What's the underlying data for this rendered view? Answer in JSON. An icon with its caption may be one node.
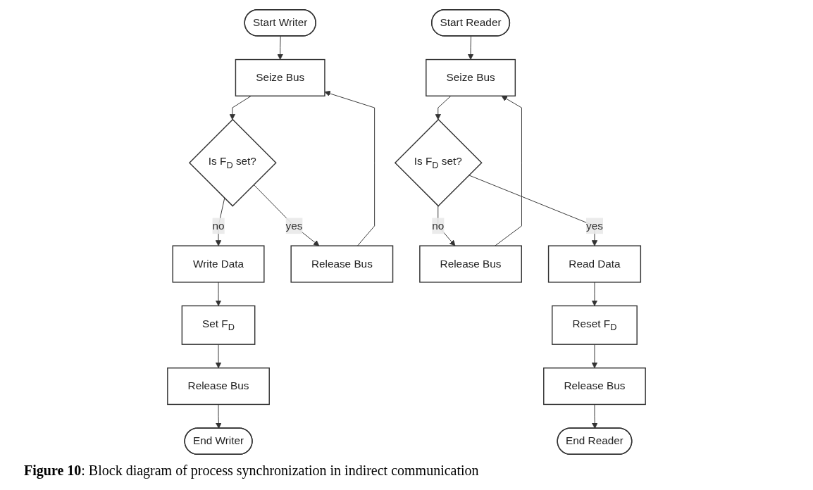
{
  "diagram": {
    "caption": "**Figure 10**: Block diagram of process synchronization in indirect communication",
    "nodes": [
      {
        "text": [
          "Start Writer"
        ]
      },
      {
        "text": [
          "Seize Bus"
        ]
      },
      {
        "text": [
          "Is F$_{D}$ set?"
        ]
      },
      {
        "text": [
          "Write Data"
        ]
      },
      {
        "text": [
          "Release Bus"
        ]
      },
      {
        "text": [
          "Set F$_{D}$"
        ]
      },
      {
        "text": [
          "Release Bus"
        ]
      },
      {
        "text": [
          "End Writer"
        ]
      },
      {
        "text": [
          "Start Reader"
        ]
      },
      {
        "text": [
          "Seize Bus"
        ]
      },
      {
        "text": [
          "Is F$_{D}$ set?"
        ]
      },
      {
        "text": [
          "Release Bus"
        ]
      },
      {
        "text": [
          "Read Data"
        ]
      },
      {
        "text": [
          "Reset F$_{D}$"
        ]
      },
      {
        "text": [
          "Release Bus"
        ]
      },
      {
        "text": [
          "End Reader"
        ]
      }
    ],
    "edges": [
      {
        "from": 0,
        "to": 1,
        "arrow": "to"
      },
      {
        "from": 1,
        "to": 2,
        "arrow": "to"
      },
      {
        "from": 2,
        "to": 3,
        "label": "no",
        "arrow": "to"
      },
      {
        "from": 2,
        "to": 4,
        "label": "yes",
        "arrow": "to"
      },
      {
        "from": 4,
        "to": 1,
        "arrow": "to"
      },
      {
        "from": 3,
        "to": 5,
        "arrow": "to"
      },
      {
        "from": 5,
        "to": 6,
        "arrow": "to"
      },
      {
        "from": 6,
        "to": 7,
        "arrow": "to"
      },
      {
        "from": 8,
        "to": 9,
        "arrow": "to"
      },
      {
        "from": 9,
        "to": 10,
        "arrow": "to"
      },
      {
        "from": 10,
        "to": 11,
        "label": "no",
        "arrow": "to"
      },
      {
        "from": 10,
        "to": 12,
        "label": "yes",
        "arrow": "to"
      },
      {
        "from": 11,
        "to": 9,
        "arrow": "to"
      },
      {
        "from": 12,
        "to": 13,
        "arrow": "to"
      },
      {
        "from": 13,
        "to": 14,
        "arrow": "to"
      },
      {
        "from": 14,
        "to": 15,
        "arrow": "to"
      }
    ]
  }
}
